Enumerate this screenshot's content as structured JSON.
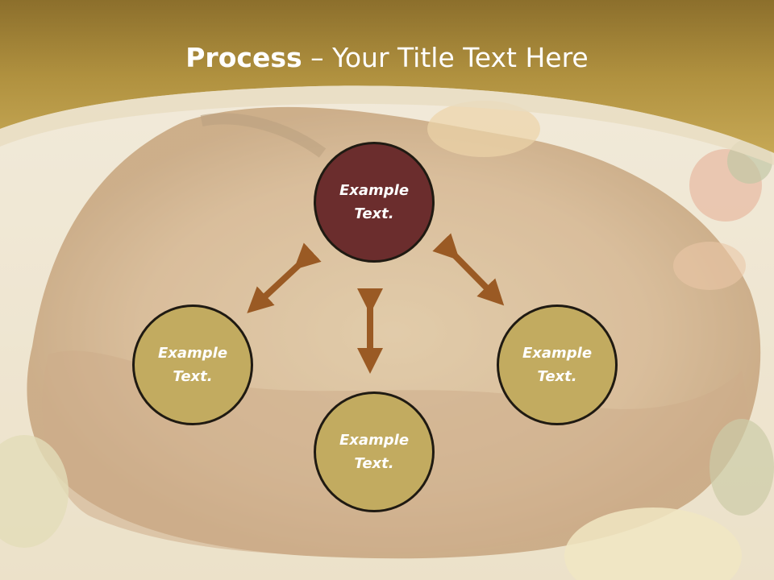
{
  "slide": {
    "title_bold": "Process",
    "title_rest": " – Your Title Text Here"
  },
  "nodes": {
    "top": {
      "line1": "Example",
      "line2": "Text."
    },
    "left": {
      "line1": "Example",
      "line2": "Text."
    },
    "right": {
      "line1": "Example",
      "line2": "Text."
    },
    "bottom": {
      "line1": "Example",
      "line2": "Text."
    }
  },
  "colors": {
    "header_gold": "#b89a4a",
    "accent_circle": "#6b2d2d",
    "circle_gold": "#c2ab60",
    "arrow_brown": "#9a5a24"
  }
}
